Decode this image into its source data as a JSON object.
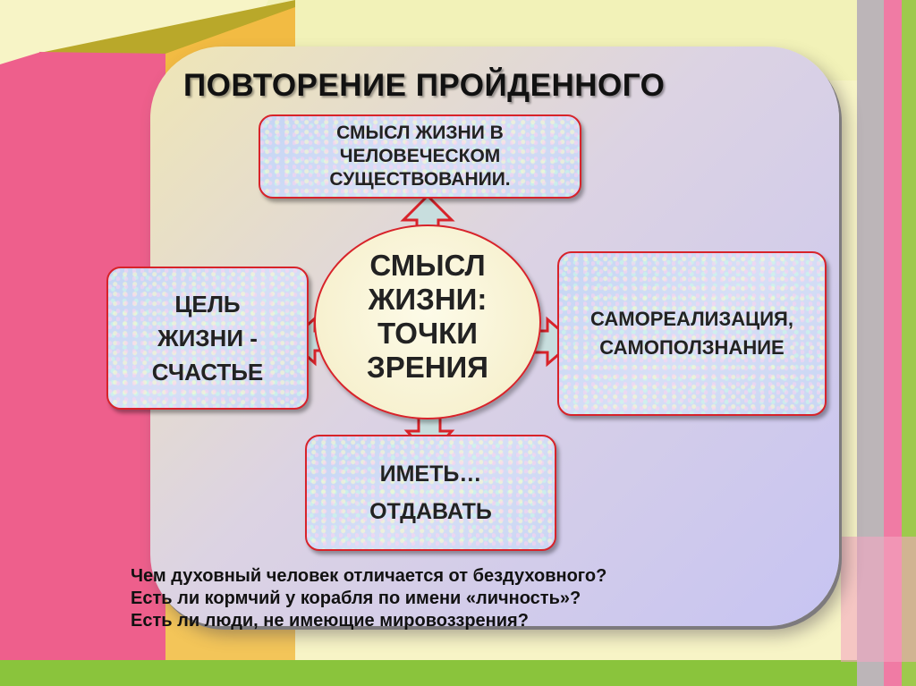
{
  "title": "ПОВТОРЕНИЕ ПРОЙДЕННОГО",
  "top_box": {
    "lines": [
      "СМЫСЛ ЖИЗНИ В",
      "ЧЕЛОВЕЧЕСКОМ",
      "СУЩЕСТВОВАНИИ."
    ]
  },
  "center": {
    "lines": [
      "СМЫСЛ",
      "ЖИЗНИ:",
      "ТОЧКИ",
      "ЗРЕНИЯ"
    ]
  },
  "left_box": {
    "lines": [
      "ЦЕЛЬ",
      "ЖИЗНИ -",
      "СЧАСТЬЕ"
    ]
  },
  "right_box": {
    "lines": [
      "САМОРЕАЛИЗАЦИЯ,",
      "САМОПОЛЗНАНИЕ"
    ]
  },
  "bottom_box": {
    "lines": [
      "ИМЕТЬ…",
      "ОТДАВАТЬ"
    ]
  },
  "questions": [
    "Чем духовный человек отличается от бездуховного?",
    "Есть ли кормчий у корабля по имени «личность»?",
    "Есть ли люди, не имеющие мировоззрения?"
  ],
  "colors": {
    "accent_red": "#d8232a",
    "arrow_fill": "#c8dede",
    "box_fill": "#c7d9f2"
  }
}
